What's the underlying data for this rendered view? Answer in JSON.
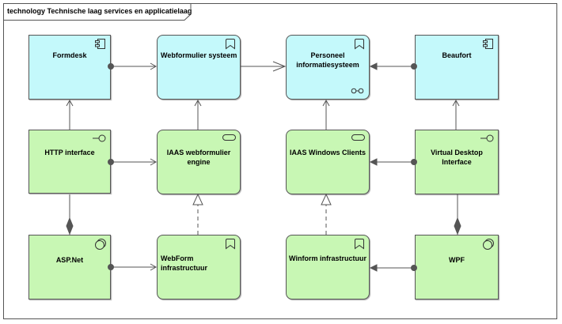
{
  "frame": {
    "title": "technology Technische laag services en applicatielaag"
  },
  "elements": {
    "formdesk": {
      "label": "Formdesk",
      "type": "application-component",
      "icon": "component-icon"
    },
    "webformulier_systeem": {
      "label": "Webformulier systeem",
      "type": "application-service",
      "icon": "service-icon"
    },
    "personeel": {
      "label": "Personeel informatiesysteem",
      "type": "application-service",
      "icon": "service-icon"
    },
    "beaufort": {
      "label": "Beaufort",
      "type": "application-component",
      "icon": "component-icon"
    },
    "http_interface": {
      "label": "HTTP interface",
      "type": "technology-interface",
      "icon": "interface-icon"
    },
    "iaas_webformulier": {
      "label": "IAAS webformulier engine",
      "type": "technology-service",
      "icon": "service-pill-icon"
    },
    "iaas_windows": {
      "label": "IAAS Windows Clients",
      "type": "technology-service",
      "icon": "service-pill-icon"
    },
    "virtual_desktop": {
      "label": "Virtual Desktop Interface",
      "type": "technology-interface",
      "icon": "interface-icon"
    },
    "aspnet": {
      "label": "ASP.Net",
      "type": "system-software",
      "icon": "system-software-icon"
    },
    "webform_infra": {
      "label": "WebForm infrastructuur",
      "type": "technology-service",
      "icon": "service-icon"
    },
    "winform_infra": {
      "label": "Winform infrastructuur",
      "type": "technology-service",
      "icon": "service-icon"
    },
    "wpf": {
      "label": "WPF",
      "type": "system-software",
      "icon": "system-software-icon"
    }
  },
  "colors": {
    "application": "#c4f9fb",
    "technology": "#c8f7b4",
    "border": "#555555"
  }
}
